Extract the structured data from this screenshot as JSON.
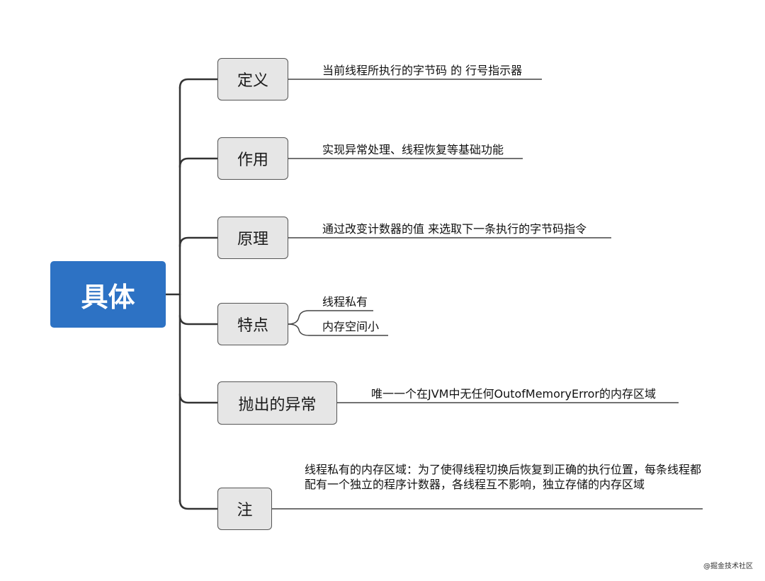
{
  "root": {
    "label": "具体"
  },
  "branches": [
    {
      "label": "定义",
      "details": [
        "当前线程所执行的字节码 的 行号指示器"
      ]
    },
    {
      "label": "作用",
      "details": [
        "实现异常处理、线程恢复等基础功能"
      ]
    },
    {
      "label": "原理",
      "details": [
        "通过改变计数器的值 来选取下一条执行的字节码指令"
      ]
    },
    {
      "label": "特点",
      "details": [
        "线程私有",
        "内存空间小"
      ]
    },
    {
      "label": "抛出的异常",
      "details": [
        "唯一一个在JVM中无任何OutofMemoryError的内存区域"
      ]
    },
    {
      "label": "注",
      "details": [
        "线程私有的内存区域：为了使得线程切换后恢复到正确的执行位置，每条线程都配有一个独立的程序计数器，各线程互不影响，独立存储的内存区域"
      ]
    }
  ],
  "watermark": "@掘金技术社区"
}
